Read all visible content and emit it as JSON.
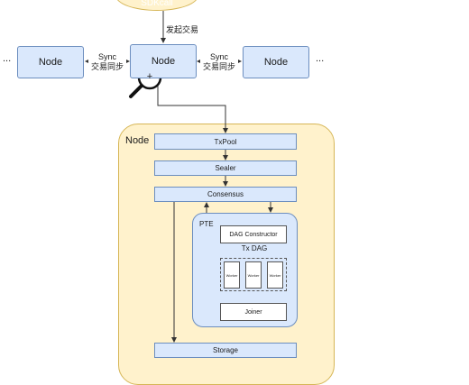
{
  "client": {
    "label": "SDKcall"
  },
  "initiate_label": "发起交易",
  "nodes": [
    {
      "label": "Node"
    },
    {
      "label": "Node"
    },
    {
      "label": "Node"
    }
  ],
  "sync_labels": [
    {
      "line1": "Sync",
      "line2": "交易同步"
    },
    {
      "line1": "Sync",
      "line2": "交易同步"
    }
  ],
  "ellipsis": "...",
  "zoom_glyph": "+",
  "node_detail": {
    "title": "Node",
    "txpool": "TxPool",
    "sealer": "Sealer",
    "consensus": "Consensus",
    "pte": {
      "title": "PTE",
      "dag_constructor": "DAG Constructor",
      "tx_dag": "Tx DAG",
      "workers": [
        "Worker",
        "Worker",
        "Worker"
      ],
      "joiner": "Joiner"
    },
    "storage": "Storage"
  },
  "colors": {
    "blue_fill": "#dae8fc",
    "blue_stroke": "#6c8ebf",
    "yellow_fill": "#fff2cc",
    "yellow_stroke": "#d6b656",
    "line": "#333333"
  }
}
